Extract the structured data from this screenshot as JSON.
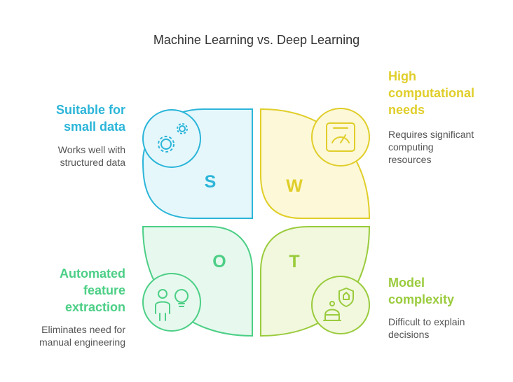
{
  "title": "Machine Learning vs. Deep Learning",
  "colors": {
    "s": "#2bb5d8",
    "s_fill": "#e6f7fc",
    "w": "#e0ce2a",
    "w_fill": "#fdf8d8",
    "o": "#4ccf86",
    "o_fill": "#e7f9ee",
    "t": "#9acb3c",
    "t_fill": "#f1f8de"
  },
  "quadrants": {
    "s": {
      "letter": "S",
      "heading": "Suitable for\nsmall data",
      "description": "Works well with\nstructured data",
      "icon": "gears-icon"
    },
    "w": {
      "letter": "W",
      "heading": "High\ncomputational\nneeds",
      "description": "Requires significant\ncomputing\nresources",
      "icon": "gauge-icon"
    },
    "o": {
      "letter": "O",
      "heading": "Automated\nfeature\nextraction",
      "description": "Eliminates need for\nmanual engineering",
      "icon": "person-lightbulb-icon"
    },
    "t": {
      "letter": "T",
      "heading": "Model\ncomplexity",
      "description": "Difficult to explain\ndecisions",
      "icon": "robot-shield-icon"
    }
  }
}
